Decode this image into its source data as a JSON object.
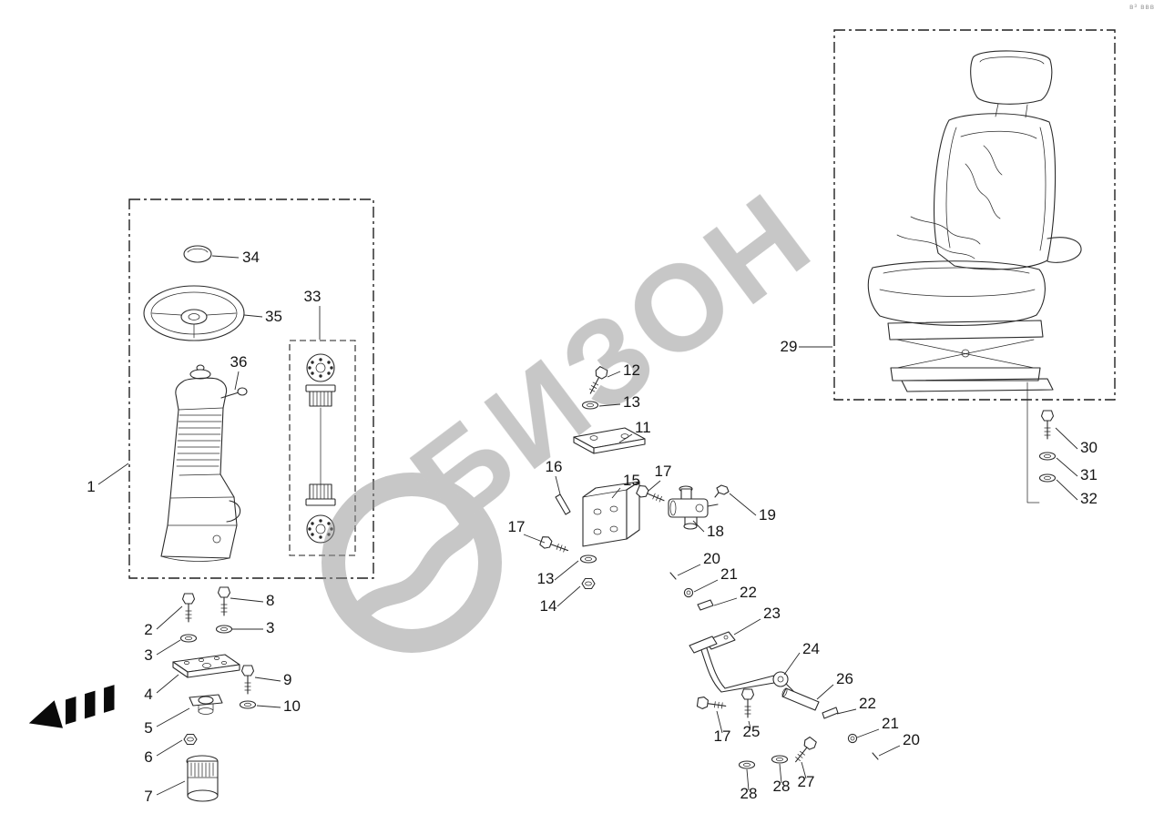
{
  "page": {
    "background": "#ffffff",
    "corner_text": "в³ ввв"
  },
  "watermark": {
    "text": "БИЗОН",
    "color": "#8f8f8f"
  },
  "callouts": [
    "34",
    "35",
    "36",
    "33",
    "1",
    "12",
    "13",
    "11",
    "16",
    "15",
    "17",
    "19",
    "18",
    "17",
    "20",
    "13",
    "21",
    "14",
    "22",
    "23",
    "24",
    "26",
    "22",
    "21",
    "20",
    "17",
    "25",
    "28",
    "28",
    "27",
    "29",
    "30",
    "31",
    "32",
    "2",
    "8",
    "3",
    "3",
    "4",
    "9",
    "5",
    "10",
    "6",
    "7"
  ]
}
